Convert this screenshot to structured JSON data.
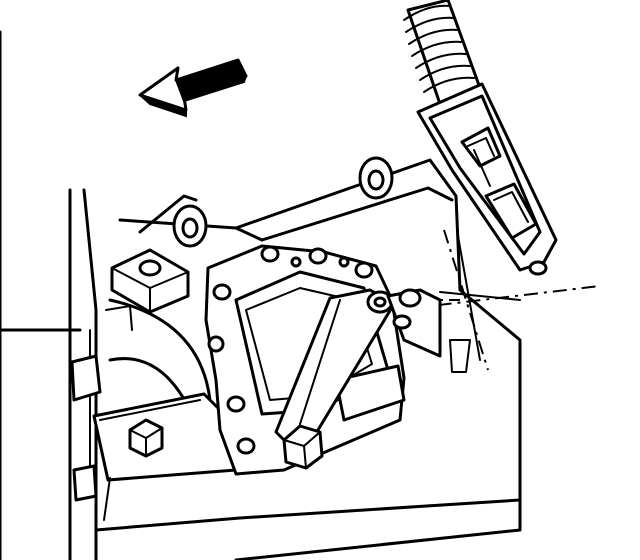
{
  "figure": {
    "description_visible_text": [],
    "parts": {
      "direction_arrow": "arrow",
      "transmission_case": "case",
      "mounting_bracket": "bracket",
      "position_switch": "switch",
      "manual_shift_lever": "lever",
      "electrical_connector": "connector",
      "corrugated_conduit": "conduit",
      "flat_washer_upper": "washer",
      "flat_washer_left": "washer",
      "pivot_stud": "stud",
      "lever_nut": "nut",
      "bracket_bolt": "bolt"
    }
  }
}
